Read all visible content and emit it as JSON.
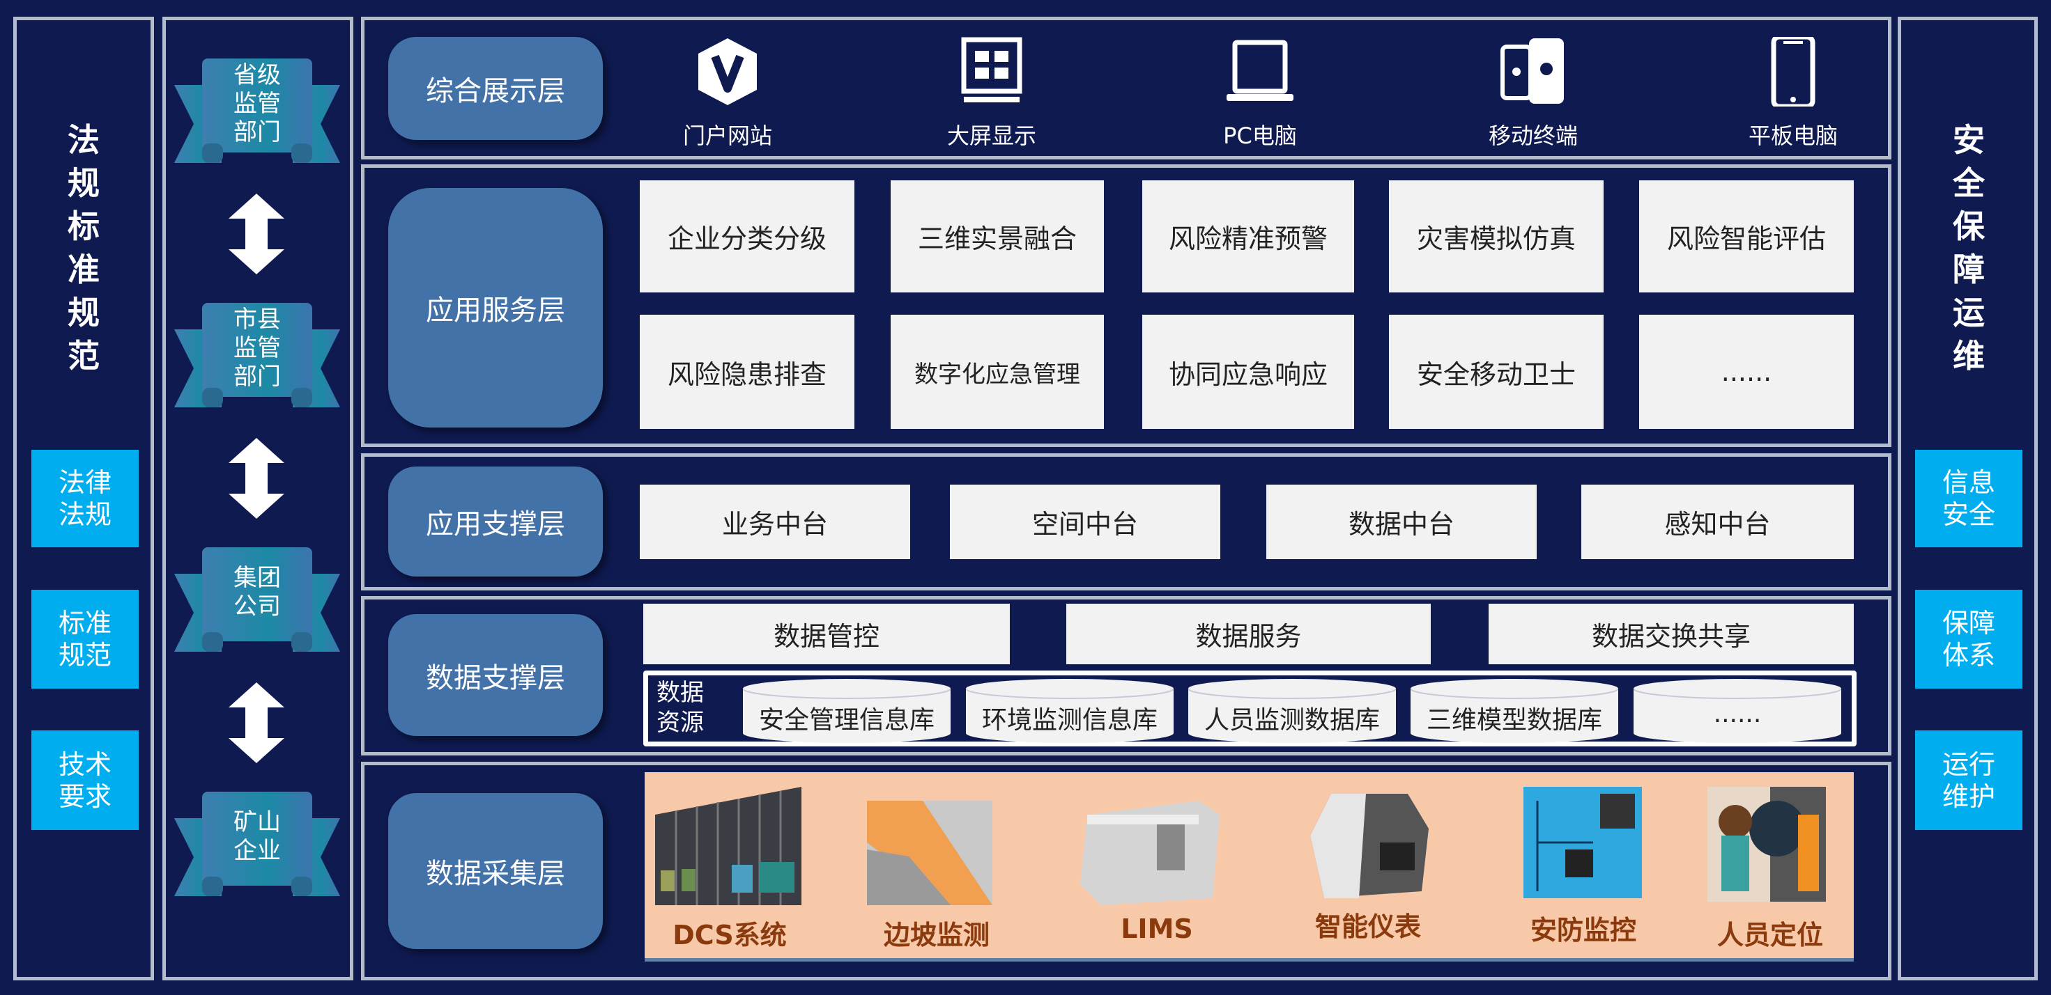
{
  "left_panel": {
    "title": "法规标准规范",
    "items": [
      {
        "label": "法律\n法规",
        "l1": "法律",
        "l2": "法规"
      },
      {
        "label": "标准\n规范",
        "l1": "标准",
        "l2": "规范"
      },
      {
        "label": "技术\n要求",
        "l1": "技术",
        "l2": "要求"
      }
    ]
  },
  "right_panel": {
    "title": "安全保障运维",
    "items": [
      {
        "l1": "信息",
        "l2": "安全"
      },
      {
        "l1": "保障",
        "l2": "体系"
      },
      {
        "l1": "运行",
        "l2": "维护"
      }
    ]
  },
  "hierarchy": [
    {
      "l1": "省级",
      "l2": "监管",
      "l3": "部门"
    },
    {
      "l1": "市县",
      "l2": "监管",
      "l3": "部门"
    },
    {
      "l1": "集团",
      "l2": "公司"
    },
    {
      "l1": "矿山",
      "l2": "企业"
    }
  ],
  "layers": {
    "display": {
      "label": "综合展示层",
      "items": [
        {
          "label": "门户网站",
          "icon": "portal-v-icon"
        },
        {
          "label": "大屏显示",
          "icon": "large-screen-icon"
        },
        {
          "label": "PC电脑",
          "icon": "laptop-icon"
        },
        {
          "label": "移动终端",
          "icon": "mobile-phones-icon"
        },
        {
          "label": "平板电脑",
          "icon": "tablet-icon"
        }
      ]
    },
    "app_service": {
      "label": "应用服务层",
      "items": [
        "企业分类分级",
        "三维实景融合",
        "风险精准预警",
        "灾害模拟仿真",
        "风险智能评估",
        "风险隐患排查",
        "数字化应急管理",
        "协同应急响应",
        "安全移动卫士",
        "......"
      ]
    },
    "app_support": {
      "label": "应用支撑层",
      "items": [
        "业务中台",
        "空间中台",
        "数据中台",
        "感知中台"
      ]
    },
    "data_support": {
      "label": "数据支撑层",
      "items": [
        "数据管控",
        "数据服务",
        "数据交换共享"
      ],
      "resources_label_1": "数据",
      "resources_label_2": "资源",
      "resources": [
        "安全管理信息库",
        "环境监测信息库",
        "人员监测数据库",
        "三维模型数据库",
        "......"
      ]
    },
    "data_collection": {
      "label": "数据采集层",
      "items": [
        "DCS系统",
        "边坡监测",
        "LIMS",
        "智能仪表",
        "安防监控",
        "人员定位"
      ]
    }
  },
  "colors": {
    "background": "#0e1a50",
    "frame": "#b3bccb",
    "layer": "#4372a8",
    "cyan": "#00aeef",
    "peach": "#f7c9a8",
    "device_label": "#8b3a0e"
  }
}
